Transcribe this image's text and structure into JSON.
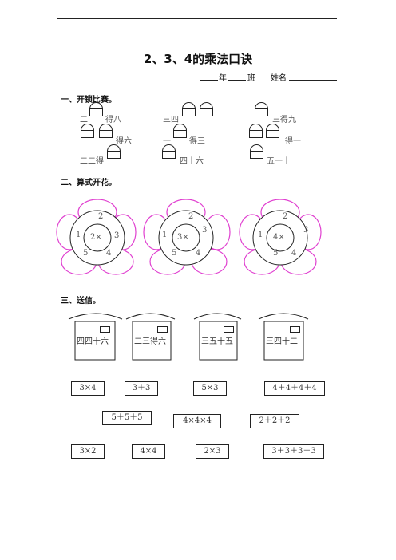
{
  "title": "2、3、4的乘法口诀",
  "info": {
    "year": "年",
    "class": "班",
    "name": "姓名"
  },
  "section1": {
    "heading": "一、开锁比赛。",
    "items": [
      {
        "pre": "二",
        "post": "得八"
      },
      {
        "pre": "三四",
        "post": ""
      },
      {
        "pre": "",
        "post": "三得九"
      },
      {
        "pre": "",
        "post": "得六"
      },
      {
        "pre": "一",
        "post": "得三"
      },
      {
        "pre": "",
        "post": "得一"
      },
      {
        "pre": "二二得",
        "post": ""
      },
      {
        "pre": "",
        "post": "四十六"
      },
      {
        "pre": "",
        "post": "五一十"
      }
    ]
  },
  "section2": {
    "heading": "二、算式开花。",
    "flowers": [
      {
        "center": "2×",
        "petals": [
          "2",
          "3",
          "4",
          "5",
          "1"
        ]
      },
      {
        "center": "3×",
        "petals": [
          "2",
          "3",
          "4",
          "5",
          "1"
        ]
      },
      {
        "center": "4×",
        "petals": [
          "2",
          "3",
          "4",
          "5",
          "1"
        ]
      }
    ],
    "petal_color": "#e040d0"
  },
  "section3": {
    "heading": "三、送信。",
    "mailboxes": [
      "四四十六",
      "二三得六",
      "三五十五",
      "三四十二"
    ],
    "envelopes_row1": [
      "3×4",
      "3＋3",
      "5×3",
      "4＋4＋4＋4"
    ],
    "envelopes_row2": [
      "5＋5＋5",
      "4×4×4",
      "2＋2＋2"
    ],
    "envelopes_row3": [
      "3×2",
      "4×4",
      "2×3",
      "3＋3＋3＋3"
    ]
  }
}
